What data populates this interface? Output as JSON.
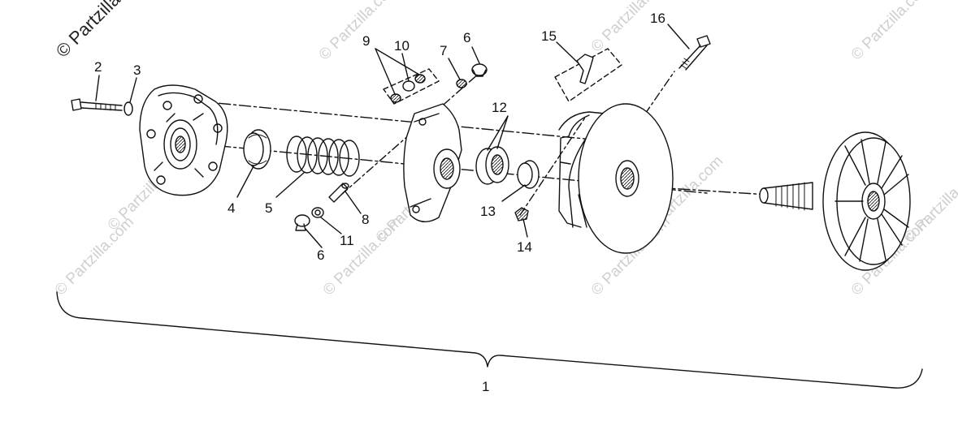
{
  "watermark": {
    "main": "© Partzilla.com",
    "faint": "© Partzilla.com"
  },
  "callouts": {
    "n1": "1",
    "n2": "2",
    "n3": "3",
    "n4": "4",
    "n5": "5",
    "n6a": "6",
    "n6b": "6",
    "n7": "7",
    "n8": "8",
    "n9": "9",
    "n10": "10",
    "n11": "11",
    "n12": "12",
    "n13": "13",
    "n14": "14",
    "n15": "15",
    "n16": "16"
  },
  "colors": {
    "line": "#111111",
    "watermark": "#cfcfcf",
    "background": "#ffffff"
  }
}
